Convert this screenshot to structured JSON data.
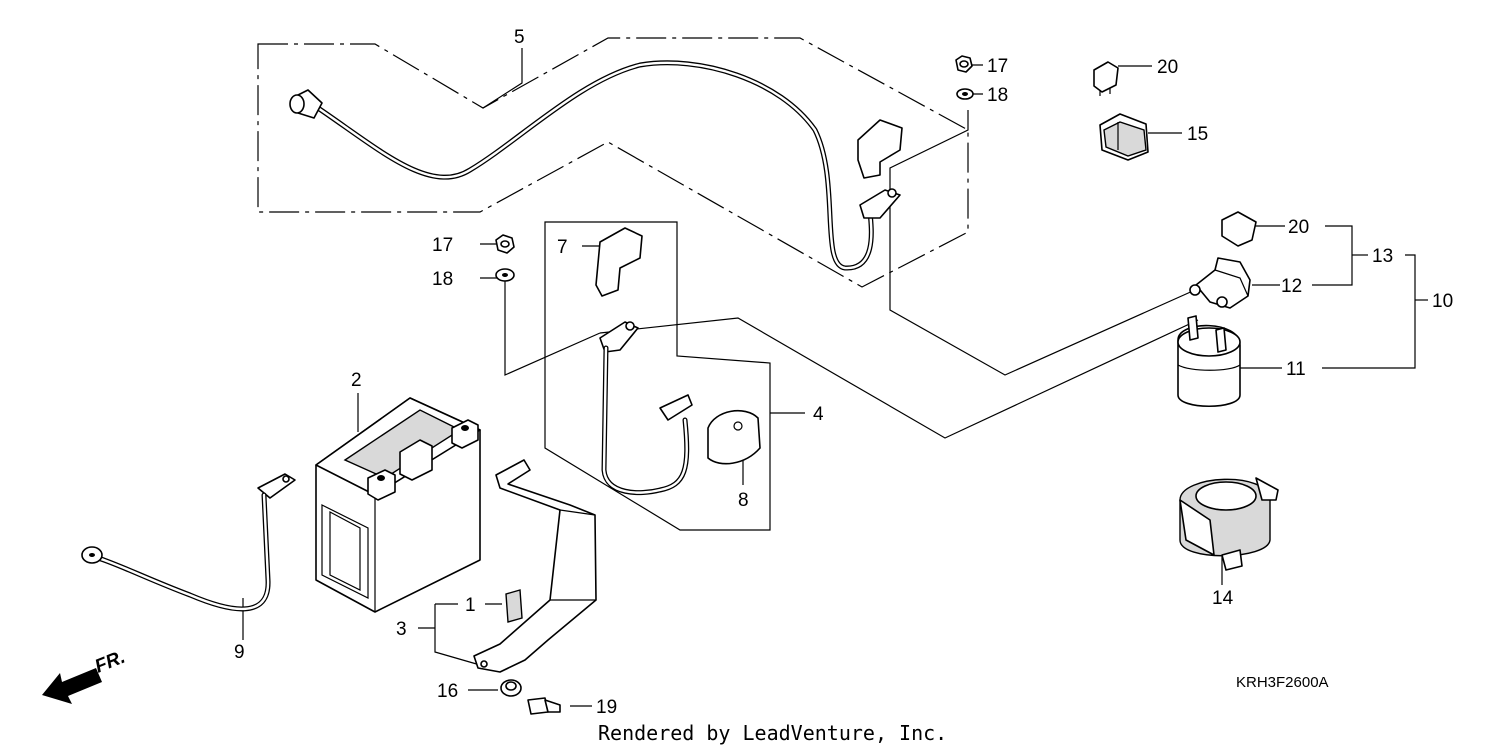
{
  "callouts": {
    "c1": "1",
    "c2": "2",
    "c3": "3",
    "c4": "4",
    "c5": "5",
    "c7": "7",
    "c8": "8",
    "c9": "9",
    "c10": "10",
    "c11": "11",
    "c12": "12",
    "c13": "13",
    "c14": "14",
    "c15": "15",
    "c16": "16",
    "c17a": "17",
    "c17b": "17",
    "c18a": "18",
    "c18b": "18",
    "c19": "19",
    "c20a": "20",
    "c20b": "20"
  },
  "diagram_code": "KRH3F2600A",
  "credit": "Rendered by LeadVenture, Inc.",
  "direction_label": "FR."
}
